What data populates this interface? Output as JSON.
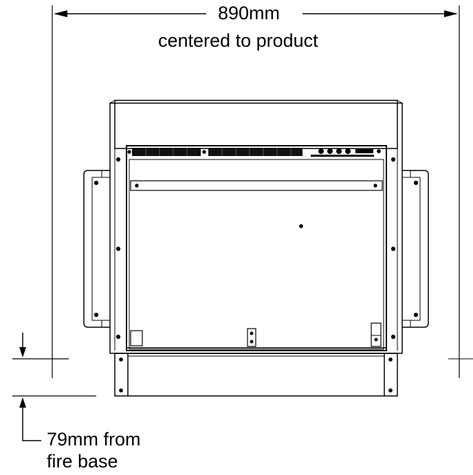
{
  "dimensions": {
    "width_label": "890mm",
    "width_note": "centered to product",
    "height_label_line1": "79mm from",
    "height_label_line2": "fire base"
  },
  "colors": {
    "line": "#000000",
    "background": "#ffffff",
    "dark_panel": "#111111"
  }
}
